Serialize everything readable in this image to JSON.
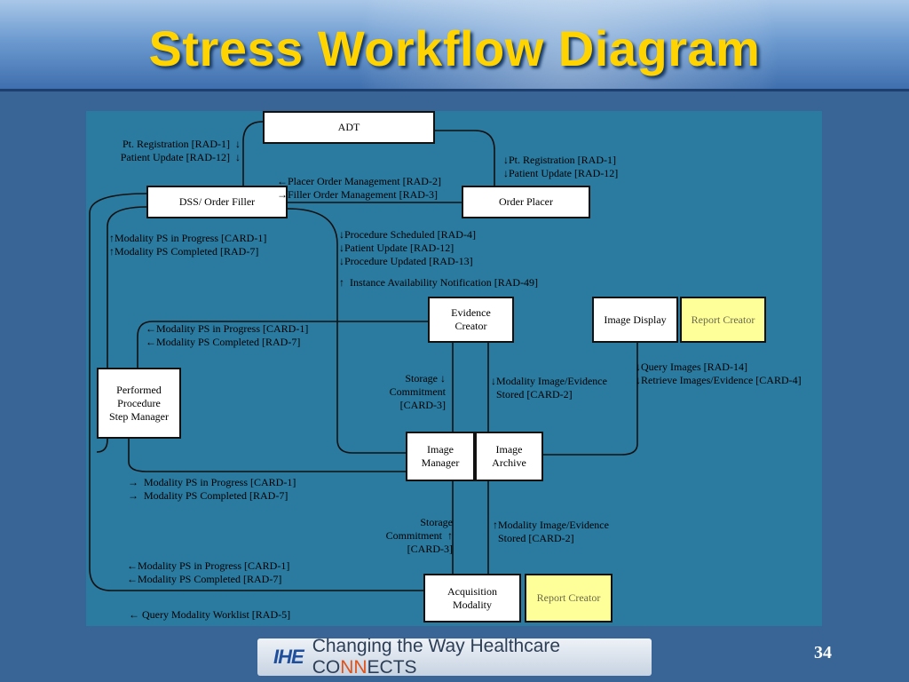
{
  "slide": {
    "title": "Stress Workflow Diagram",
    "page_number": "34"
  },
  "footer": {
    "logo_mark": "IHE",
    "tagline_pre": "Changing the Way Healthcare CO",
    "tagline_nn": "NN",
    "tagline_post": "ECTS"
  },
  "actors": {
    "adt": "ADT",
    "dss": "DSS/ Order Filler",
    "order_placer": "Order Placer",
    "evidence_creator": "Evidence\nCreator",
    "image_display": "Image Display",
    "report_creator_top": "Report Creator",
    "ppsm": "Performed\nProcedure\nStep Manager",
    "image_manager": "Image\nManager",
    "image_archive": "Image\nArchive",
    "acq_modality": "Acquisition\nModality",
    "report_creator_bottom": "Report Creator"
  },
  "transactions": {
    "adt_dss": "Pt. Registration [RAD-1]  ↓\nPatient Update [RAD-12]  ↓",
    "adt_op": "↓Pt. Registration [RAD-1]\n↓Patient Update [RAD-12]",
    "dss_op": "←Placer Order Management [RAD-2]\n→Filler Order Management [RAD-3]",
    "dss_mpps": "↑Modality PS in Progress [CARD-1]\n↑Modality PS Completed [RAD-7]",
    "dss_im": "↓Procedure Scheduled [RAD-4]\n↓Patient Update [RAD-12]\n↓Procedure Updated [RAD-13]",
    "ian": "↑  Instance Availability Notification [RAD-49]",
    "ec_ppsm": "←Modality PS in Progress [CARD-1]\n←Modality PS Completed [RAD-7]",
    "query_images": "↓Query Images [RAD-14]\n↓Retrieve Images/Evidence [CARD-4]",
    "storage_commit_top": "Storage ↓\nCommitment\n[CARD-3]",
    "modality_stored_top": "↓Modality Image/Evidence\n  Stored [CARD-2]",
    "ppsm_im": "→  Modality PS in Progress [CARD-1]\n→  Modality PS Completed [RAD-7]",
    "storage_commit_bottom": "Storage\nCommitment  ↑\n[CARD-3]",
    "modality_stored_bottom": "↑Modality Image/Evidence\n  Stored [CARD-2]",
    "acq_ppsm": "←Modality PS in Progress [CARD-1]\n←Modality PS Completed [RAD-7]",
    "worklist": "← Query Modality Worklist [RAD-5]"
  }
}
